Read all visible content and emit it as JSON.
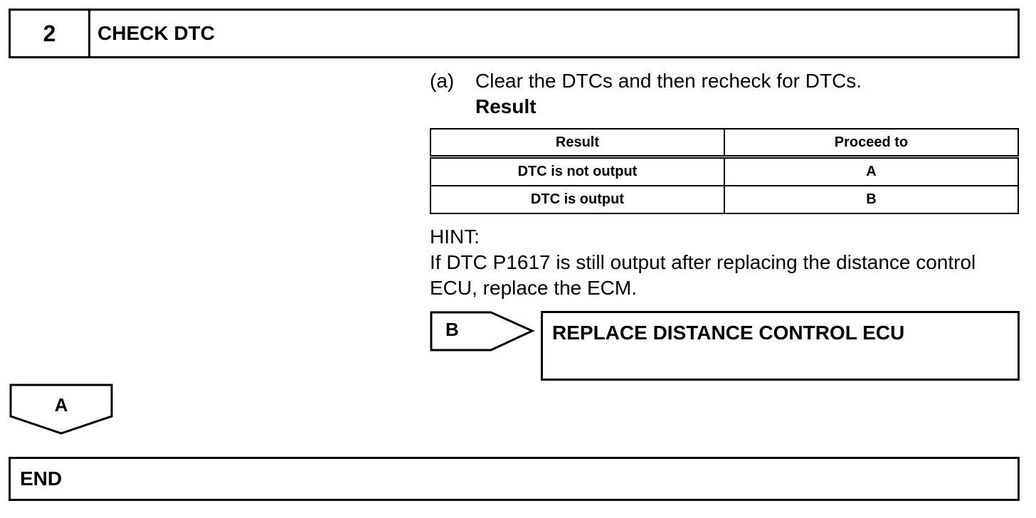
{
  "step": {
    "number": "2",
    "title": "CHECK DTC"
  },
  "instruction": {
    "marker": "(a)",
    "text": "Clear the DTCs and then recheck for DTCs.",
    "result_heading": "Result"
  },
  "result_table": {
    "headers": [
      "Result",
      "Proceed to"
    ],
    "rows": [
      [
        "DTC is not output",
        "A"
      ],
      [
        "DTC is output",
        "B"
      ]
    ]
  },
  "hint": {
    "label": "HINT:",
    "text": "If DTC P1617 is still output after replacing the distance control ECU, replace the ECM."
  },
  "branch_b": {
    "label": "B",
    "action": "REPLACE DISTANCE CONTROL ECU"
  },
  "branch_a": {
    "label": "A"
  },
  "end": {
    "label": "END"
  }
}
